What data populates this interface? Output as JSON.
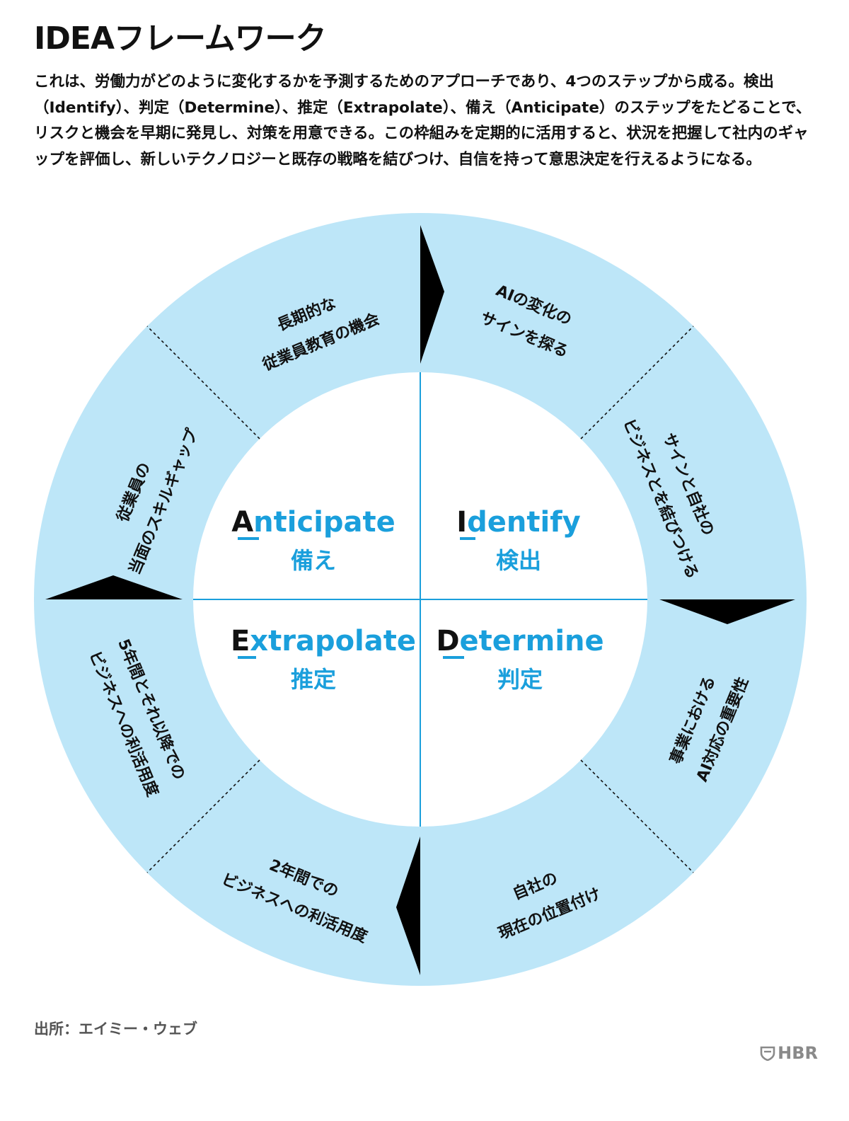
{
  "title": "IDEAフレームワーク",
  "intro": "これは、労働力がどのように変化するかを予測するためのアプローチであり、4つのステップから成る。検出（Identify）、判定（Determine）、推定（Extrapolate）、備え（Anticipate）のステップをたどることで、リスクと機会を早期に発見し、対策を用意できる。この枠組みを定期的に活用すると、状況を把握して社内のギャップを評価し、新しいテクノロジーと既存の戦略を結びつけ、自信を持って意思決定を行えるようになる。",
  "steps": {
    "identify": {
      "initial": "I",
      "rest": "dentify",
      "ja": "検出"
    },
    "determine": {
      "initial": "D",
      "rest": "etermine",
      "ja": "判定"
    },
    "extrapolate": {
      "initial": "E",
      "rest": "xtrapolate",
      "ja": "推定"
    },
    "anticipate": {
      "initial": "A",
      "rest": "nticipate",
      "ja": "備え"
    }
  },
  "ring": {
    "identify_1": [
      "AIの変化の",
      "サインを探る"
    ],
    "identify_2": [
      "サインと自社の",
      "ビジネスとを結びつける"
    ],
    "determine_1": [
      "事業における",
      "AI対応の重要性"
    ],
    "determine_2": [
      "自社の",
      "現在の位置付け"
    ],
    "extrapolate_1": [
      "2年間での",
      "ビジネスへの利活用度"
    ],
    "extrapolate_2": [
      "5年間とそれ以降での",
      "ビジネスへの利活用度"
    ],
    "anticipate_1": [
      "従業員の",
      "当面のスキルギャップ"
    ],
    "anticipate_2": [
      "長期的な",
      "従業員教育の機会"
    ]
  },
  "source": "出所：エイミー・ウェブ",
  "brand": "HBR",
  "colors": {
    "ring": "#bde6f8",
    "accent": "#1a9fdc",
    "arrow": "#000000",
    "text": "#111111"
  }
}
